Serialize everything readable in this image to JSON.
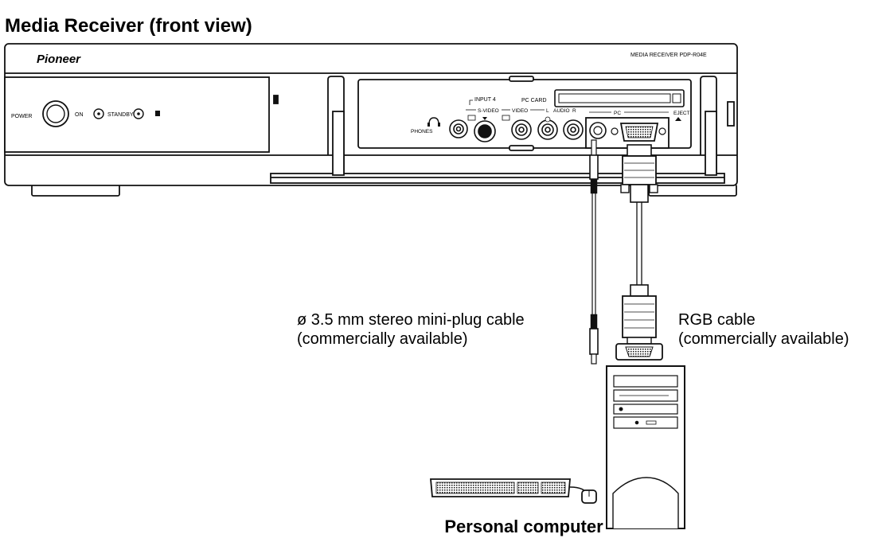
{
  "heading": "Media Receiver (front view)",
  "device": {
    "brand": "Pioneer",
    "model_label": "MEDIA RECEIVER  PDP-R04E",
    "power_label": "POWER",
    "on_label": "ON",
    "standby_label": "STANDBY",
    "input_label": "INPUT 4",
    "svideo_label": "S-VIDEO",
    "video_label": "VIDEO",
    "audio_l_label": "L",
    "audio_label": "AUDIO",
    "audio_r_label": "R",
    "pccard_label": "PC CARD",
    "pc_label": "PC",
    "eject_label": "EJECT",
    "phones_label": "PHONES"
  },
  "callouts": {
    "audio_cable_line1": "ø 3.5 mm stereo mini-plug cable",
    "audio_cable_line2": "(commercially available)",
    "rgb_cable_line1": "RGB cable",
    "rgb_cable_line2": "(commercially available)"
  },
  "computer_label": "Personal computer",
  "colors": {
    "line": "#111111",
    "panel_fill": "#ffffff",
    "panel_shade": "#e8e8e8"
  }
}
